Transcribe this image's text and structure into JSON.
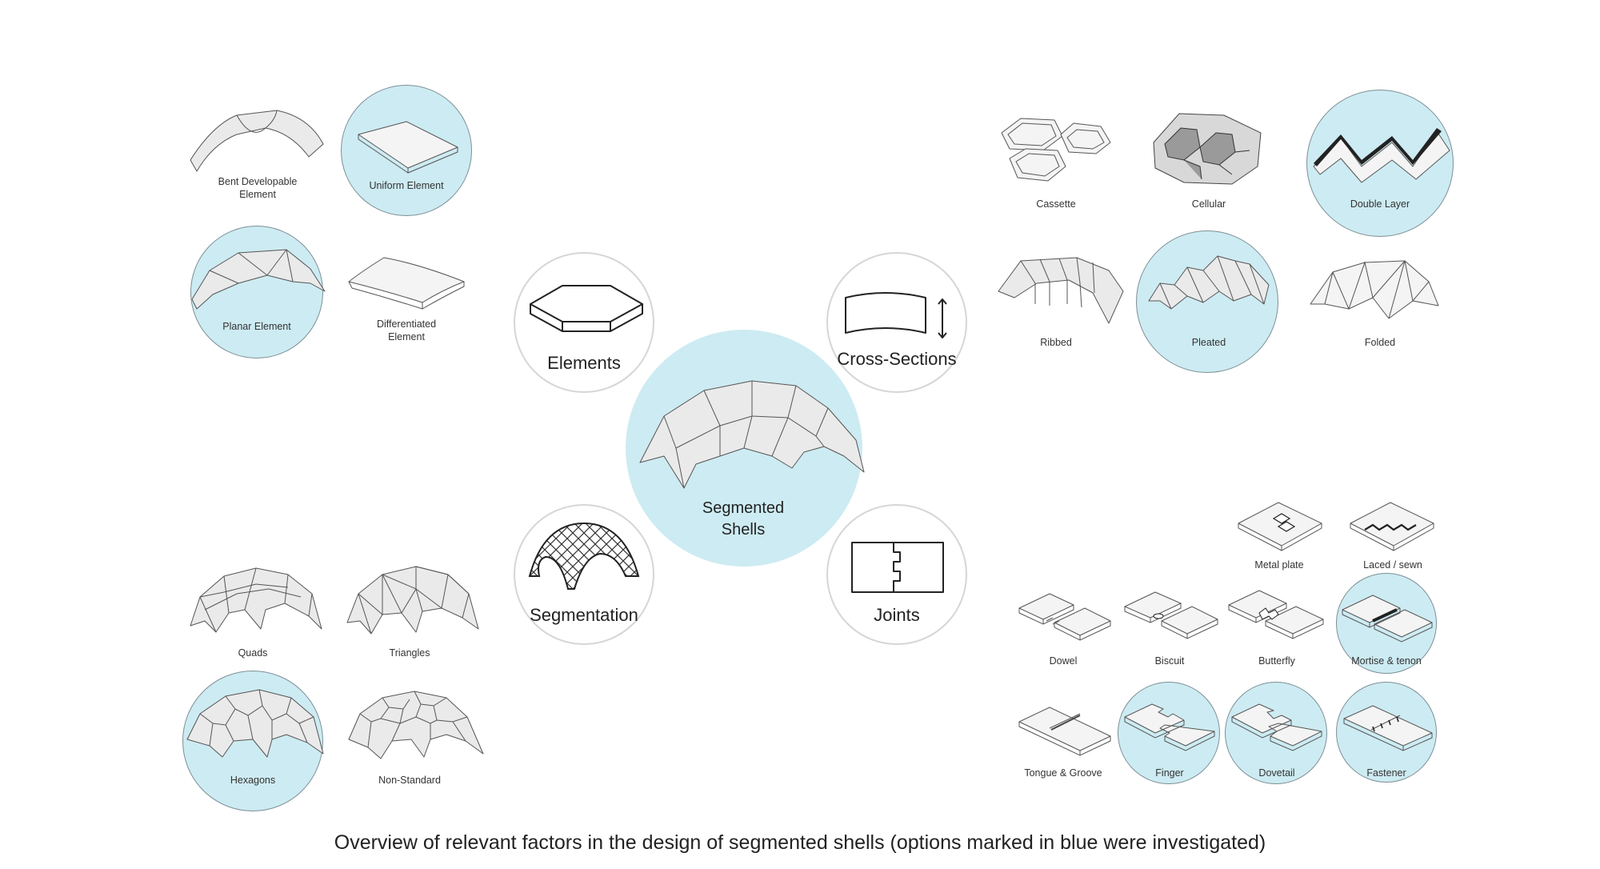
{
  "center": {
    "label": "Segmented\nShells"
  },
  "hubs": {
    "elements": "Elements",
    "cross_sections": "Cross-Sections",
    "segmentation": "Segmentation",
    "joints": "Joints"
  },
  "elements_options": {
    "bent": "Bent Developable\nElement",
    "uniform": "Uniform Element",
    "planar": "Planar Element",
    "differentiated": "Differentiated\nElement"
  },
  "cross_section_options": {
    "cassette": "Cassette",
    "cellular": "Cellular",
    "double_layer": "Double Layer",
    "ribbed": "Ribbed",
    "pleated": "Pleated",
    "folded": "Folded"
  },
  "segmentation_options": {
    "quads": "Quads",
    "triangles": "Triangles",
    "hexagons": "Hexagons",
    "non_standard": "Non-Standard"
  },
  "joint_options": {
    "metal_plate": "Metal plate",
    "laced": "Laced / sewn",
    "dowel": "Dowel",
    "biscuit": "Biscuit",
    "butterfly": "Butterfly",
    "mortise": "Mortise & tenon",
    "tongue": "Tongue & Groove",
    "finger": "Finger",
    "dovetail": "Dovetail",
    "fastener": "Fastener"
  },
  "caption": "Overview of relevant factors in the design of segmented shells (options marked in blue were investigated)",
  "colors": {
    "investigated": "#cdebf2",
    "ring": "#d6d6d6"
  }
}
